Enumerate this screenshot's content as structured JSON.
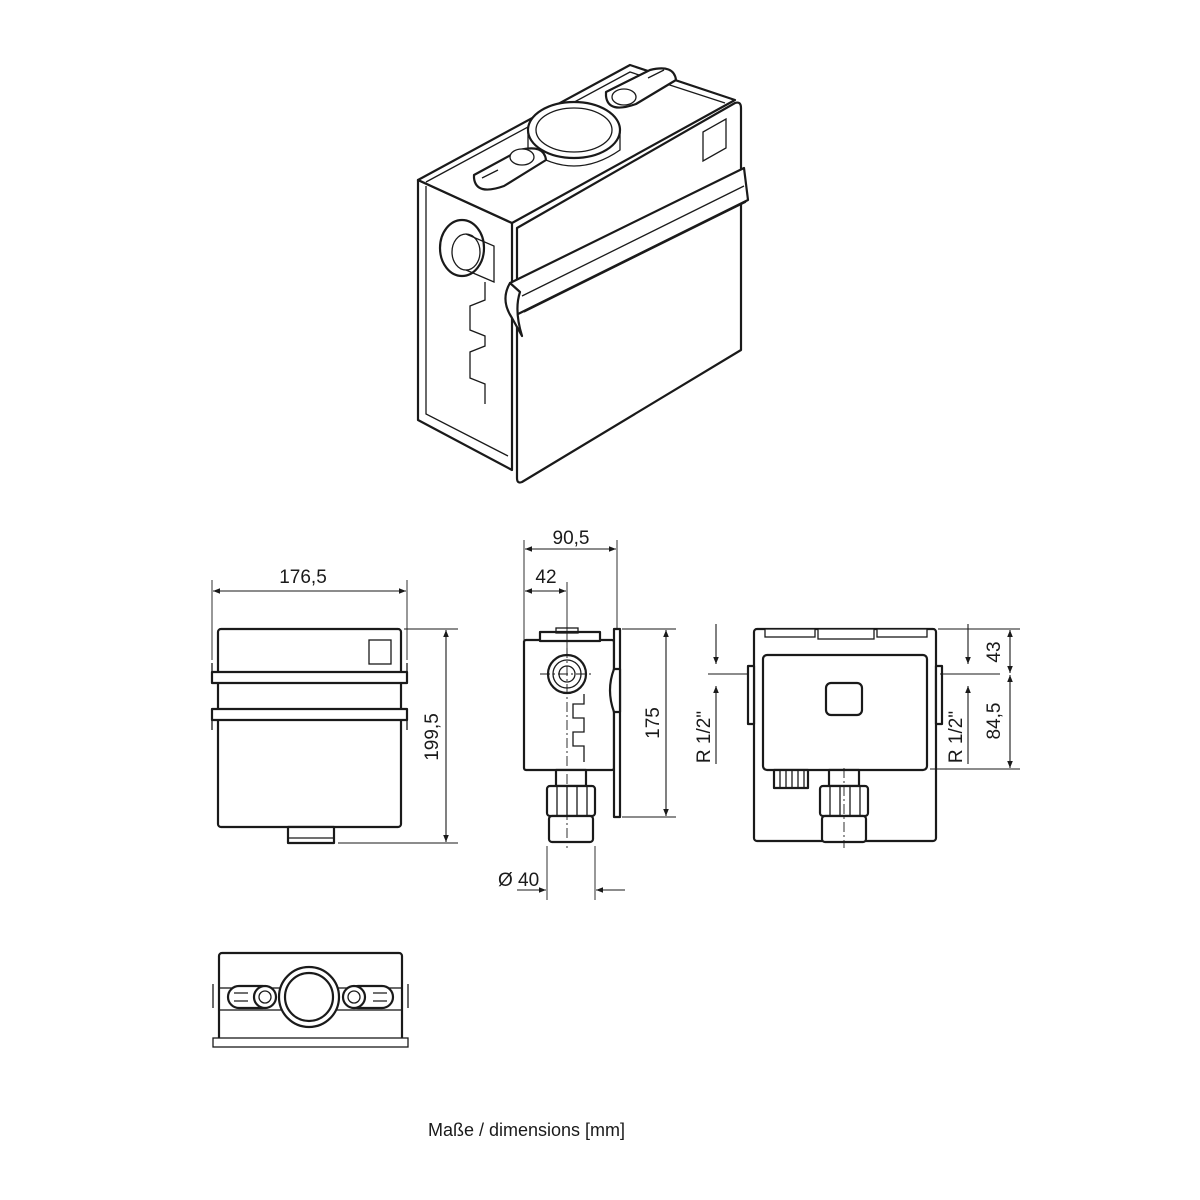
{
  "caption": "Maße / dimensions [mm]",
  "dimensions": {
    "front_width": "176,5",
    "front_height": "199,5",
    "side_depth_total": "90,5",
    "side_depth_box": "42",
    "side_height": "175",
    "side_thread": "R 1/2\"",
    "outlet_diameter": "Ø 40",
    "back_thread": "R 1/2\"",
    "back_top_offset": "43",
    "back_height": "84,5"
  },
  "colors": {
    "line": "#1a1a1a",
    "background": "#ffffff",
    "seal": "#d9d9d9"
  }
}
